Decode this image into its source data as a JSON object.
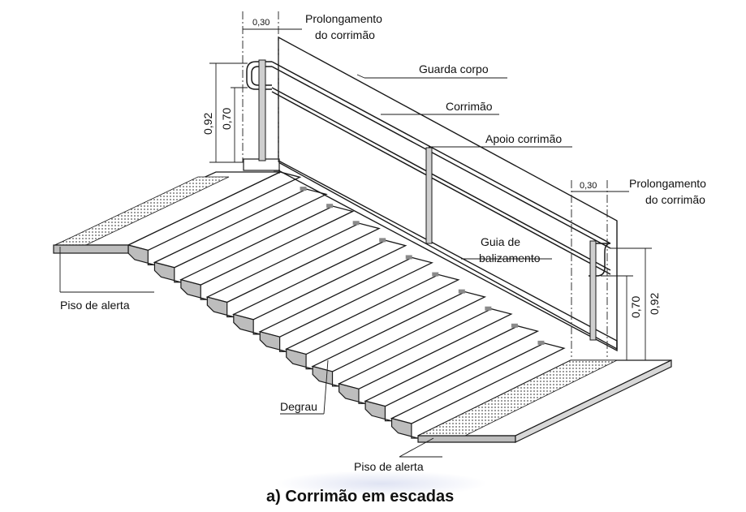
{
  "labels": {
    "prolong_top": [
      "Prolongamento",
      "do corrimão"
    ],
    "dim_030_top": "0,30",
    "guarda_corpo": "Guarda corpo",
    "corrimao": "Corrimão",
    "apoio_corrimao": "Apoio corrimão",
    "prolong_right": [
      "Prolongamento",
      "do corrimão"
    ],
    "dim_030_right": "0,30",
    "guia": [
      "Guia de",
      "balizamento"
    ],
    "piso_alerta_left": "Piso de alerta",
    "degrau": "Degrau",
    "piso_alerta_bottom": "Piso de alerta",
    "dim_092_left": "0,92",
    "dim_070_left": "0,70",
    "dim_070_right": "0,70",
    "dim_092_right": "0,92"
  },
  "caption": "a) Corrimão em escadas",
  "colors": {
    "line": "#1a1a1a",
    "riser_fill": "#bdbdbd",
    "tactile_fill": "#6e6e6e",
    "caption_glow": "#dfe3f3"
  },
  "steps": 11
}
